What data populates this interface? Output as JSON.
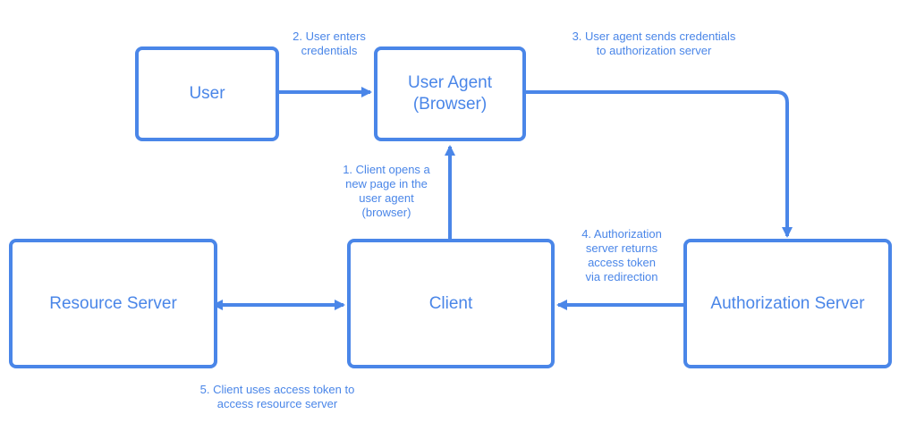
{
  "accent_color": "#4a86e8",
  "nodes": {
    "user": "User",
    "user_agent": "User Agent\n(Browser)",
    "resource_server": "Resource Server",
    "client": "Client",
    "authorization_server": "Authorization Server"
  },
  "edges": {
    "step1": "1. Client opens a\nnew page in the\nuser agent\n(browser)",
    "step2": "2. User enters\ncredentials",
    "step3": "3. User agent sends credentials\nto authorization server",
    "step4": "4. Authorization\nserver returns\naccess token\nvia redirection",
    "step5": "5. Client uses access token to\naccess resource server"
  }
}
